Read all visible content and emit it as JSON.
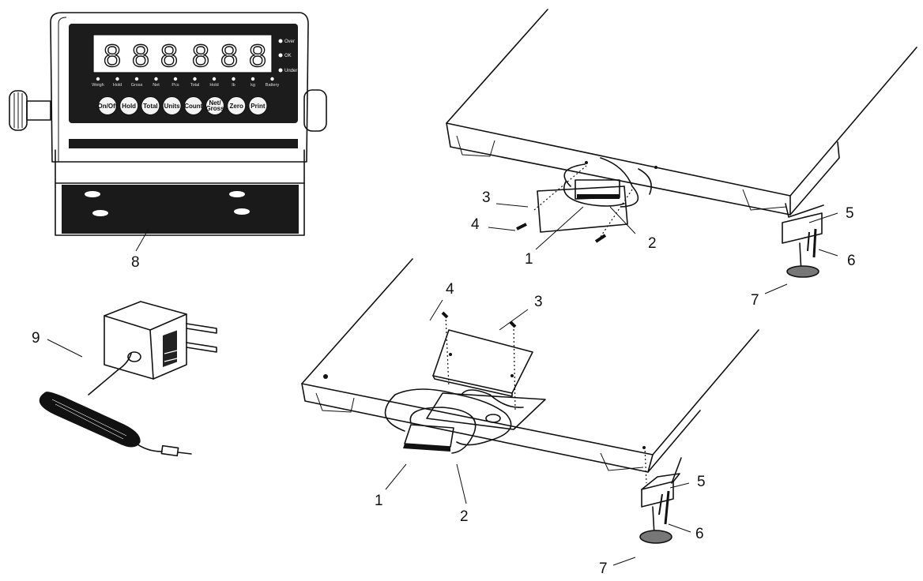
{
  "indicator": {
    "digits": [
      "8",
      "8",
      "8",
      "8",
      "8",
      "8"
    ],
    "side_lights": [
      "Over",
      "OK",
      "Under"
    ],
    "annunciators": [
      "Weigh",
      "Hold",
      "Gross",
      "Net",
      "Pcs",
      "Total",
      "Hold",
      "lb",
      "kg",
      "Battery"
    ],
    "buttons": [
      "On/Off",
      "Hold",
      "Total",
      "Units",
      "Count",
      "Net/Gross",
      "Zero",
      "Print"
    ]
  },
  "callouts": {
    "c1a": "1",
    "c2a": "2",
    "c3a": "3",
    "c4a": "4",
    "c5a": "5",
    "c6a": "6",
    "c7a": "7",
    "c8": "8",
    "c9": "9",
    "c1b": "1",
    "c2b": "2",
    "c3b": "3",
    "c4b": "4",
    "c5b": "5",
    "c6b": "6",
    "c7b": "7"
  }
}
